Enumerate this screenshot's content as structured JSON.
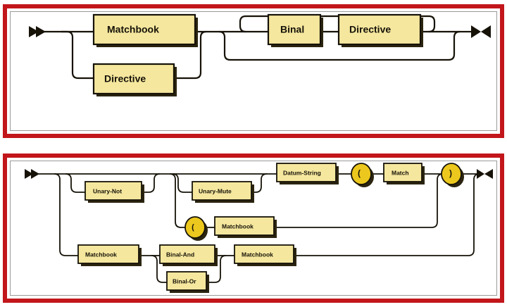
{
  "figure": {
    "type": "railroad-syntax-diagram",
    "panel_count": 2,
    "colors": {
      "frame": "#c2161b",
      "box_fill": "#f5e79e",
      "ellipse_fill": "#ecc81e",
      "stroke": "#161208",
      "shadow": "#2b2410",
      "background": "#ffffff"
    }
  },
  "panel1": {
    "name": "matchbook-directive-rule",
    "start_marker": "double-right-arrow",
    "end_marker": "bowtie-arrow",
    "nodes": {
      "matchbook": "Matchbook",
      "directive": "Directive",
      "binal": "Binal",
      "directive2": "Directive"
    },
    "tracks": [
      {
        "id": "alt-top",
        "label": "Matchbook"
      },
      {
        "id": "alt-bottom",
        "label": "Directive"
      },
      {
        "id": "repeat-group",
        "labels": [
          "Binal",
          "Directive"
        ],
        "optional": true,
        "repeatable": true
      }
    ]
  },
  "panel2": {
    "name": "match-expression-rule",
    "start_marker": "double-right-arrow",
    "end_marker": "bowtie-arrow",
    "nodes": {
      "unary_not": "Unary-Not",
      "unary_mute": "Unary-Mute",
      "datum_string": "Datum-String",
      "paren_open": "(",
      "match": "Match",
      "paren_close": ")",
      "paren_open2": "(",
      "matchbook_paren": "Matchbook",
      "matchbook_left": "Matchbook",
      "binal_and": "Binal-And",
      "binal_or": "Binal-Or",
      "matchbook_right": "Matchbook"
    },
    "tracks": [
      {
        "id": "row1",
        "labels": [
          "Unary-Not",
          "Unary-Mute",
          "Datum-String",
          "(",
          "Match",
          ")"
        ]
      },
      {
        "id": "row2",
        "labels": [
          "(",
          "Matchbook"
        ]
      },
      {
        "id": "row3",
        "labels": [
          "Matchbook",
          "Binal-And",
          "Matchbook"
        ]
      },
      {
        "id": "row4",
        "labels": [
          "Binal-Or"
        ]
      }
    ]
  }
}
